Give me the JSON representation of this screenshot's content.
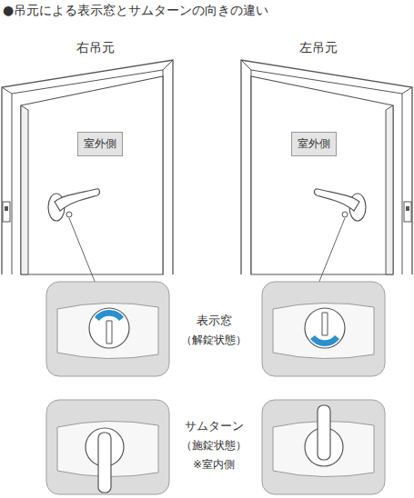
{
  "diagram": {
    "title": "●吊元による表示窓とサムターンの向きの違い",
    "nodes": [
      {
        "text": [
          "室外側"
        ]
      },
      {
        "text": [
          "室外側"
        ]
      }
    ],
    "labels": [
      "右吊元",
      "左吊元",
      "表示窓",
      "（解錠状態）",
      "サムターン",
      "（施錠状態）",
      "※室内側"
    ]
  }
}
